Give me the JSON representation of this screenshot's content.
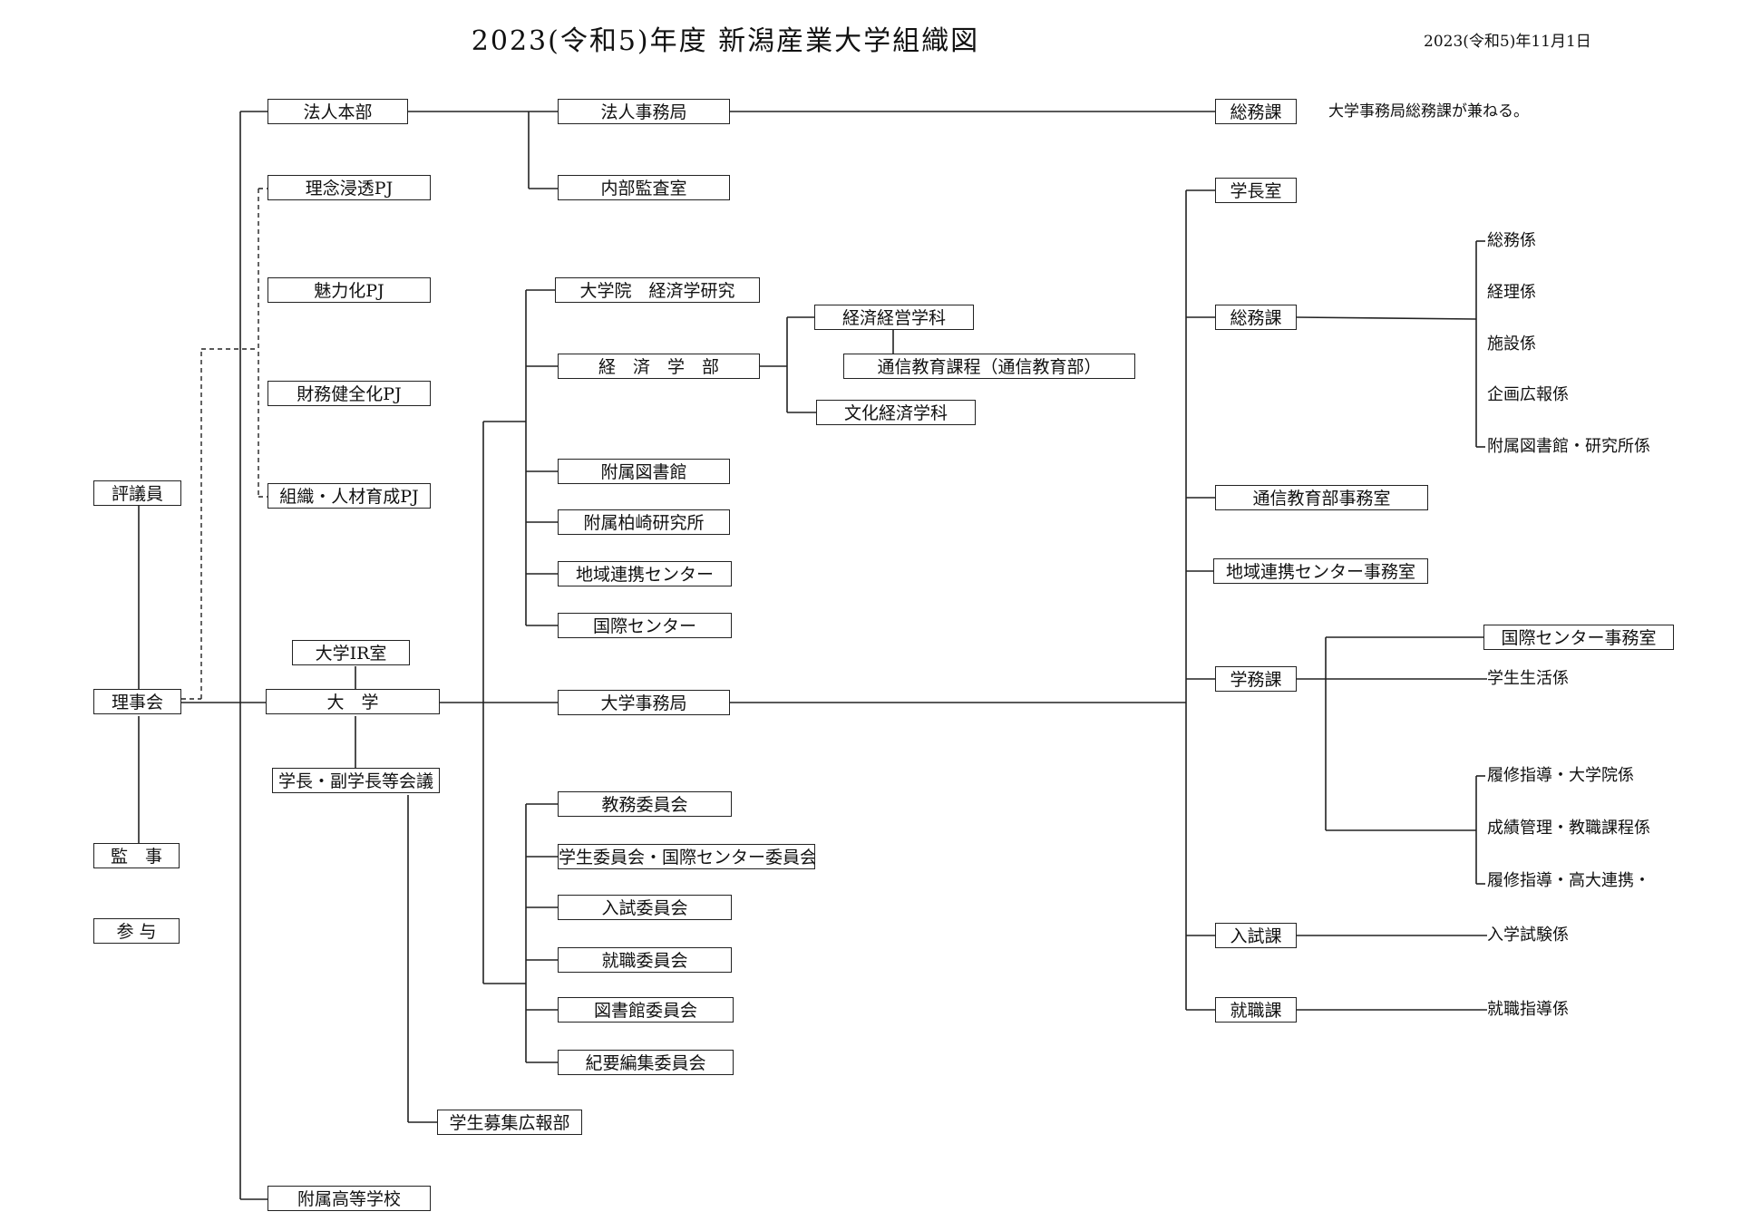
{
  "header": {
    "title": "2023(令和5)年度 新潟産業大学組織図",
    "date": "2023(令和5)年11月1日"
  },
  "left": {
    "hyogiin": "評議員",
    "rijikai": "理事会",
    "kanji": "監　事",
    "sanyo": "参 与"
  },
  "corp": {
    "honbu": "法人本部",
    "jimukyoku": "法人事務局",
    "kansa": "内部監査室",
    "somuka": "総務課",
    "somuka_note": "大学事務局総務課が兼ねる。"
  },
  "projects": [
    "理念浸透PJ",
    "魅力化PJ",
    "財務健全化PJ",
    "組織・人材育成PJ"
  ],
  "university": {
    "name": "大　学",
    "ir": "大学IR室",
    "council": "学長・副学長等会議",
    "recruit": "学生募集広報部",
    "high_school": "附属高等学校"
  },
  "academic": {
    "grad": "大学院　経済学研究",
    "faculty": "経　済　学　部",
    "dept1": "経済経営学科",
    "distance": "通信教育課程（通信教育部）",
    "dept2": "文化経済学科",
    "library": "附属図書館",
    "kashiwazaki": "附属柏崎研究所",
    "regional": "地域連携センター",
    "international": "国際センター"
  },
  "committees": [
    "教務委員会",
    "学生委員会・国際センター委員会",
    "入試委員会",
    "就職委員会",
    "図書館委員会",
    "紀要編集委員会"
  ],
  "office": {
    "name": "大学事務局",
    "gakuchoshitsu": "学長室",
    "somuka": "総務課",
    "somu_sections": [
      "総務係",
      "経理係",
      "施設係",
      "企画広報係",
      "附属図書館・研究所係"
    ],
    "tsushin_office": "通信教育部事務室",
    "chiiki_office": "地域連携センター事務室",
    "gakumuka": "学務課",
    "kokusai_office": "国際センター事務室",
    "gakusei": "学生生活係",
    "gakumu_sections": [
      "履修指導・大学院係",
      "成績管理・教職課程係",
      "履修指導・高大連携・"
    ],
    "nyushika": "入試課",
    "nyushi_section": "入学試験係",
    "shushokuka": "就職課",
    "shushoku_section": "就職指導係"
  }
}
